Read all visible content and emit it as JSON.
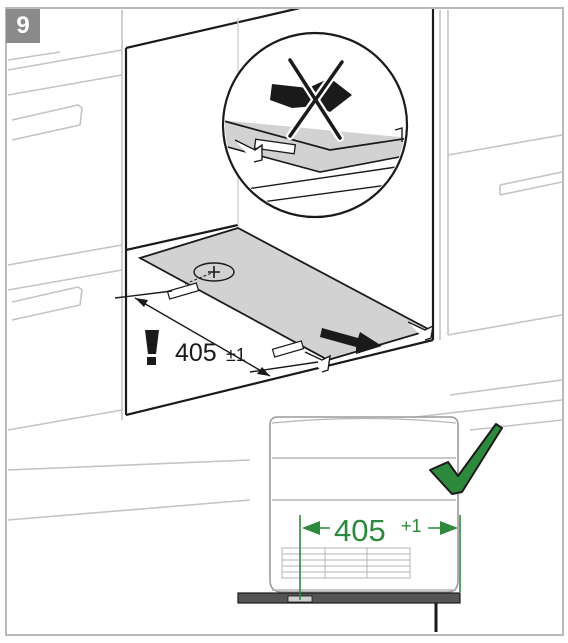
{
  "step": {
    "number": "9"
  },
  "cabinet_dimension": {
    "value": "405",
    "tolerance": "±1",
    "warning": "!"
  },
  "appliance_dimension": {
    "value": "405",
    "tolerance": "+1"
  },
  "colors": {
    "badge": "#8a8a8a",
    "green": "#2d8a3c",
    "template_fill": "#d2d2d2",
    "line": "#1a1a1a"
  },
  "icons": [
    "warning-icon",
    "no-tipping-icon",
    "checkmark-icon",
    "arrow-icon"
  ]
}
